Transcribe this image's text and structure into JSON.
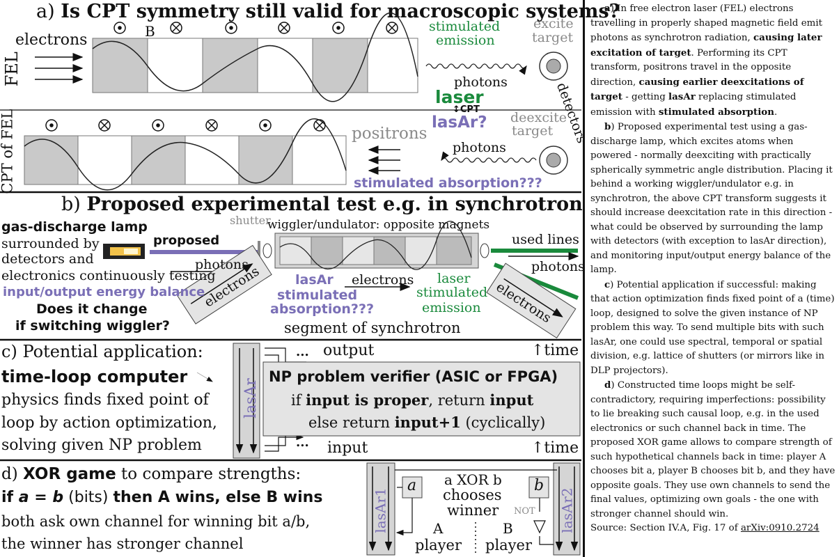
{
  "section_a": {
    "header_label": "a)",
    "header_title": "Is CPT symmetry still valid for macroscopic systems?",
    "fel_label": "FEL",
    "cpt_fel_label": "CPT of FEL",
    "electrons": "electrons",
    "field_b": "B",
    "stimulated": "stimulated",
    "emission": "emission",
    "excite": "excite",
    "target": "target",
    "photons": "photons",
    "laser": "laser",
    "cpt_arrow": "↕CPT",
    "lasar_q": "lasAr?",
    "detectors": "detectors",
    "deexcite": "deexcite",
    "target2": "target",
    "positrons": "positrons",
    "photons2": "photons",
    "stim_abs": "stimulated absorption???"
  },
  "section_b": {
    "header_label": "b)",
    "header_title": "Proposed experimental test e.g. in synchrotron",
    "lamp_title": "gas-discharge lamp",
    "lamp_lines": [
      "surrounded by",
      "detectors and",
      "electronics continuously testing"
    ],
    "balance": "input/output energy balance",
    "question_lines": [
      "Does it change",
      "if switching wiggler?"
    ],
    "proposed": "proposed",
    "shutter": "shutter",
    "wiggler": "wiggler/undulator: opposite magnets",
    "photons": "photons",
    "used_lines": "used lines",
    "photons_right": "photons",
    "electrons_left": "electrons",
    "electrons_mid": "electrons",
    "electrons_right": "electrons",
    "lasar_lines": [
      "lasAr",
      "stimulated",
      "absorption???"
    ],
    "laser_lines": [
      "laser",
      "stimulated",
      "emission"
    ],
    "segment": "segment of synchrotron"
  },
  "section_c": {
    "header_label": "c)",
    "header_title": "Potential application:",
    "time_loop": "time-loop computer",
    "lines": [
      "physics finds fixed point of",
      "loop by action optimization,",
      "solving given NP problem"
    ],
    "lasar": "lasAr",
    "dots_top": "...",
    "dots_bottom": "...",
    "output": "output",
    "input": "input",
    "time_top": "↑time",
    "time_bottom": "↑time",
    "verifier_title": "NP problem verifier (ASIC or FPGA)",
    "line2_pre": "if ",
    "line2_bold": "input is proper",
    "line2_mid": ", return ",
    "line2_bold2": "input",
    "line3_pre": "else return ",
    "line3_bold": "input+1",
    "line3_post": " (cyclically)"
  },
  "section_d": {
    "header_label": "d)",
    "header_bold": "XOR game",
    "header_rest": " to compare strengths:",
    "line2_a": "if ",
    "line2_var1": "a",
    "line2_eq": " = ",
    "line2_var2": "b",
    "line2_bits": " (bits) ",
    "line2_end": "then A wins, else B wins",
    "line3": "both ask own channel for winning bit a/b,",
    "line4": "the winner has stronger channel",
    "lasar1": "lasAr1",
    "lasar2": "lasAr2",
    "box_a": "a",
    "box_b": "b",
    "xor": "a XOR b",
    "chooses": "chooses",
    "winner": "winner",
    "not": "NOT",
    "player_a_letter": "A",
    "player_b_letter": "B",
    "player": "player"
  },
  "caption": {
    "a_label": "a",
    "a_text1": ") In free electron laser (FEL) electrons travelling in properly shaped magnetic field emit photons as synchrotron radiation, ",
    "a_bold1": "causing later excitation of target",
    "a_text2": ". Performing its CPT transform, positrons travel in the opposite direction, ",
    "a_bold2": "causing earlier deexcitations of target",
    "a_text3": " - getting ",
    "a_bold3": "lasAr",
    "a_text4": " replacing stimulated emission with ",
    "a_bold4": "stimulated absorption",
    "a_text5": ".",
    "b_label": "b",
    "b_text": ") Proposed experimental test using a gas-discharge lamp, which excites atoms when powered - normally deexciting with practically spherically symmetric angle distribution. Placing it behind a working wiggler/undulator e.g. in synchrotron, the above CPT transform suggests it should increase deexcitation rate in this direction - what could be observed by surrounding the lamp with detectors (with exception to lasAr direction), and monitoring input/output energy balance of the lamp.",
    "c_label": "c",
    "c_text": ") Potential application if successful: making that action optimization finds fixed point of a (time) loop, designed to solve the given instance of NP problem this way. To send multiple bits with such lasAr, one could use spectral, temporal or spatial division, e.g. lattice of shutters (or mirrors like in DLP projectors).",
    "d_label": "d",
    "d_text": ") Constructed time loops might be self-contradictory, requiring imperfections: possibility to lie breaking such causal loop, e.g. in the used electronics or such channel back in time. The proposed XOR game allows to compare strength of such hypothetical channels back in time: player A chooses bit a, player B chooses bit b, and they have opposite goals. They use own channels to send the final values, optimizing own goals - the one with stronger channel should win.",
    "source_pre": "Source: Section IV.A, Fig. 17 of ",
    "source_link": "arXiv:0910.2724"
  },
  "colors": {
    "green": "#1a8a3c",
    "purple": "#7a6fb6",
    "grey": "#8a8a8a"
  }
}
